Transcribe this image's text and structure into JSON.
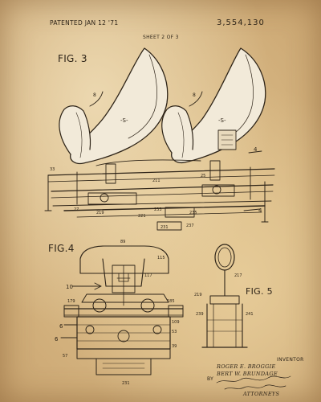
{
  "header": {
    "patented": "PATENTED JAN 12 '71",
    "patent_number": "3,554,130",
    "sheet": "SHEET 2 OF 3"
  },
  "figures": {
    "fig3": "FIG. 3",
    "fig4": "FIG.4",
    "fig5": "FIG. 5"
  },
  "signature": {
    "inventor_label": "INVENTOR",
    "inventor_1": "ROGER E. BROGGIE",
    "inventor_2": "BERT W. BRUNDAGE",
    "by": "BY",
    "attorneys": "ATTORNEYS"
  },
  "colors": {
    "paper": "#e3c793",
    "ink": "#2e2418",
    "seat": "#f2ead9"
  }
}
